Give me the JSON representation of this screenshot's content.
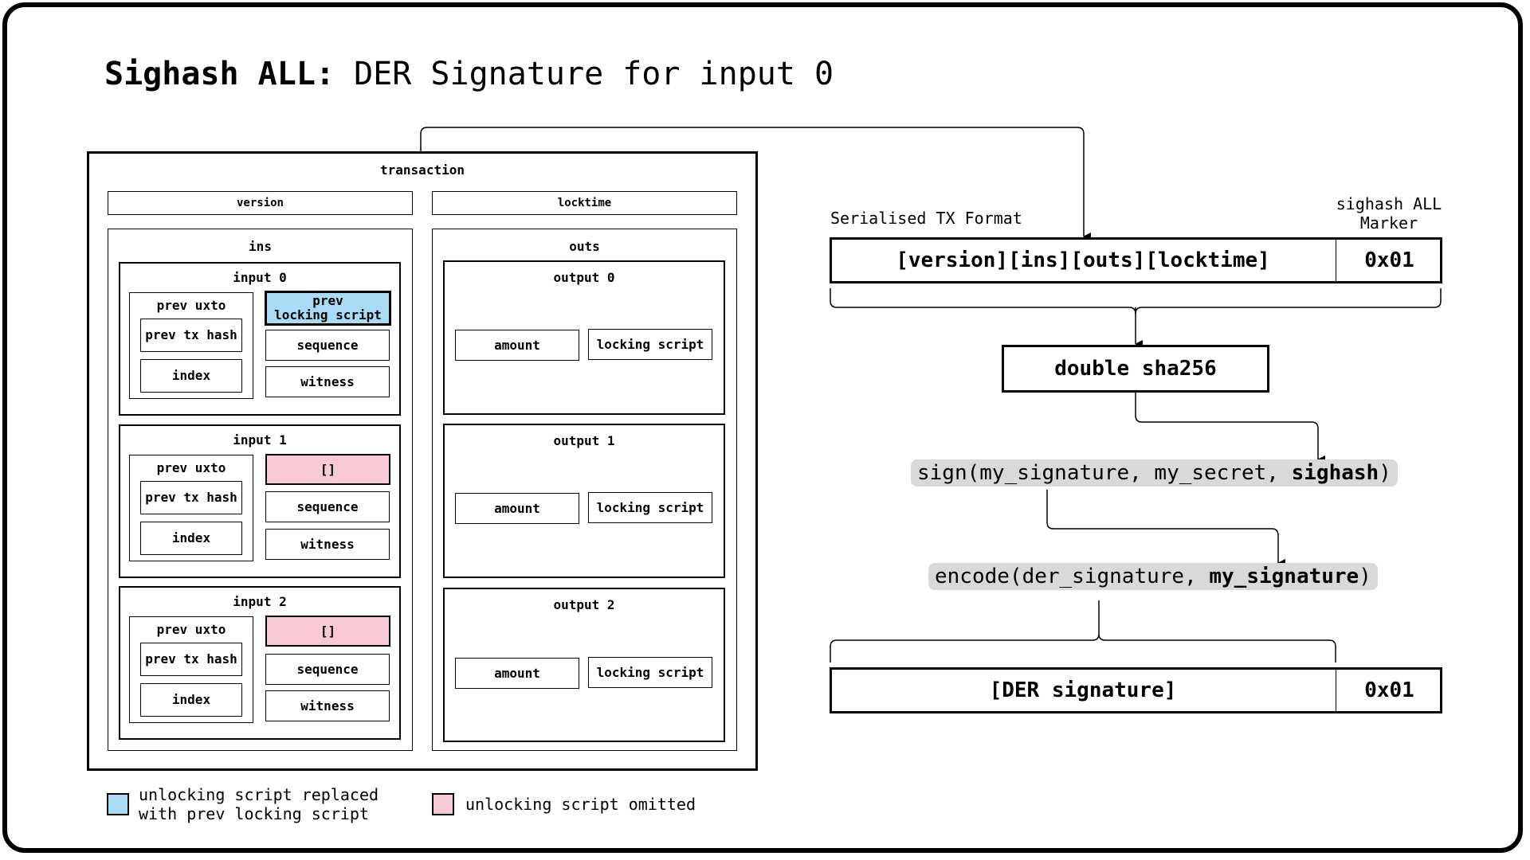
{
  "title": {
    "bold": "Sighash ALL:",
    "rest": "DER Signature for input 0"
  },
  "tx": {
    "label": "transaction",
    "version": "version",
    "locktime": "locktime",
    "ins": {
      "label": "ins",
      "inputs": [
        {
          "label": "input 0",
          "prev_uxto": "prev uxto",
          "prev_tx_hash": "prev tx hash",
          "index": "index",
          "script": "prev\nlocking script",
          "sequence": "sequence",
          "witness": "witness"
        },
        {
          "label": "input 1",
          "prev_uxto": "prev uxto",
          "prev_tx_hash": "prev tx hash",
          "index": "index",
          "script": "[]",
          "sequence": "sequence",
          "witness": "witness"
        },
        {
          "label": "input 2",
          "prev_uxto": "prev uxto",
          "prev_tx_hash": "prev tx hash",
          "index": "index",
          "script": "[]",
          "sequence": "sequence",
          "witness": "witness"
        }
      ]
    },
    "outs": {
      "label": "outs",
      "outputs": [
        {
          "label": "output 0",
          "amount": "amount",
          "script": "locking script"
        },
        {
          "label": "output 1",
          "amount": "amount",
          "script": "locking script"
        },
        {
          "label": "output 2",
          "amount": "amount",
          "script": "locking script"
        }
      ]
    }
  },
  "serial": {
    "label": "Serialised TX Format",
    "marker_label": "sighash ALL\nMarker",
    "content": "[version][ins][outs][locktime]",
    "marker": "0x01"
  },
  "hash": {
    "label": "double sha256"
  },
  "sign": {
    "pre": "sign(my_signature, my_secret, ",
    "bold": "sighash",
    "post": ")"
  },
  "encode": {
    "pre": "encode(der_signature, ",
    "bold": "my_signature",
    "post": ")"
  },
  "der": {
    "content": "[DER signature]",
    "marker": "0x01"
  },
  "legend": {
    "replaced": "unlocking script replaced\nwith prev locking script",
    "omitted": "unlocking script omitted",
    "replaced_color": "#a9dbf6",
    "omitted_color": "#f9cad6"
  }
}
